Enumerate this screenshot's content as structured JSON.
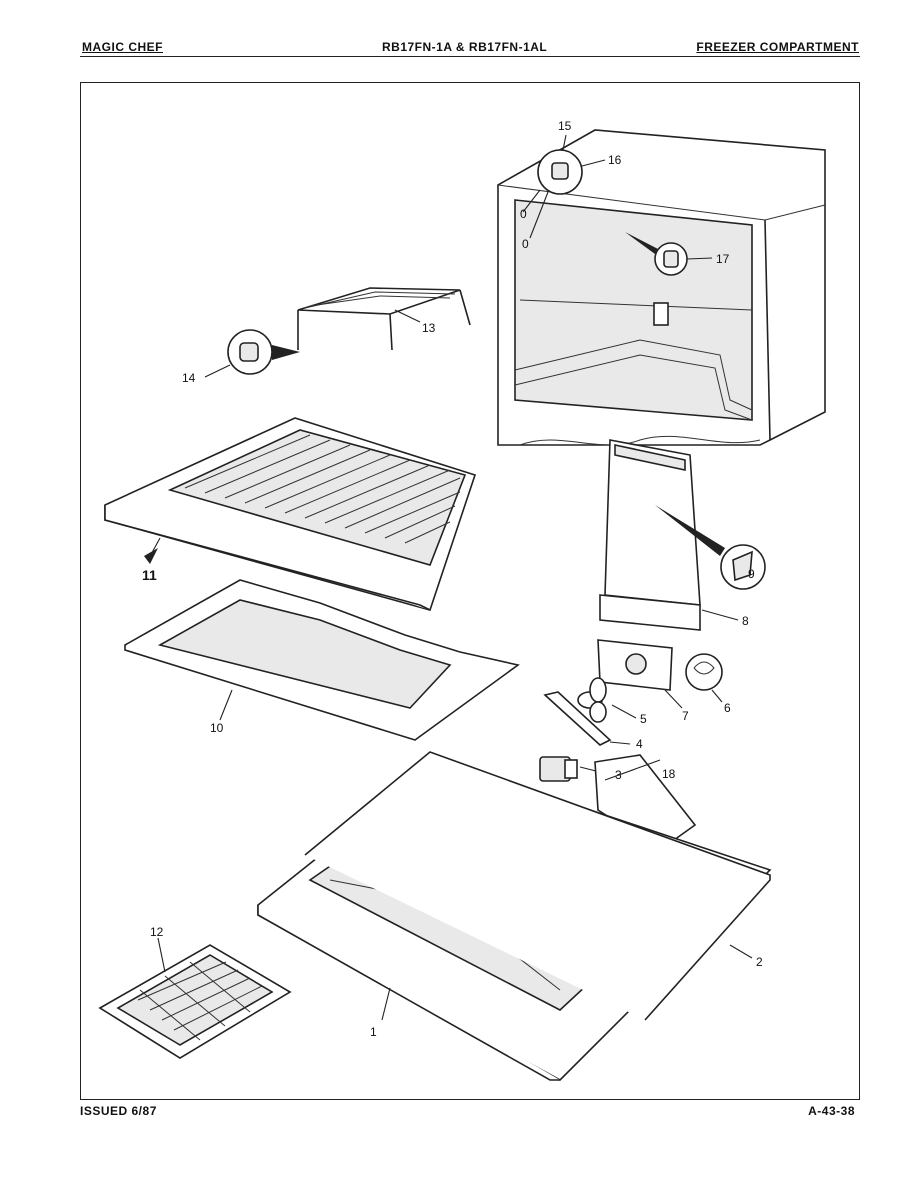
{
  "header": {
    "brand": "MAGIC CHEF",
    "model": "RB17FN-1A & RB17FN-1AL",
    "section": "FREEZER COMPARTMENT"
  },
  "footer": {
    "issued": "ISSUED 6/87",
    "code": "A-43-38"
  },
  "callouts": {
    "c1": "1",
    "c2": "2",
    "c3": "3",
    "c4": "4",
    "c5": "5",
    "c6": "6",
    "c7": "7",
    "c8": "8",
    "c9": "9",
    "c10": "10",
    "c11": "11",
    "c12": "12",
    "c13": "13",
    "c14": "14",
    "c15": "15",
    "c16": "16",
    "c17": "17",
    "c18": "18",
    "c0a": "0",
    "c0b": "0"
  }
}
